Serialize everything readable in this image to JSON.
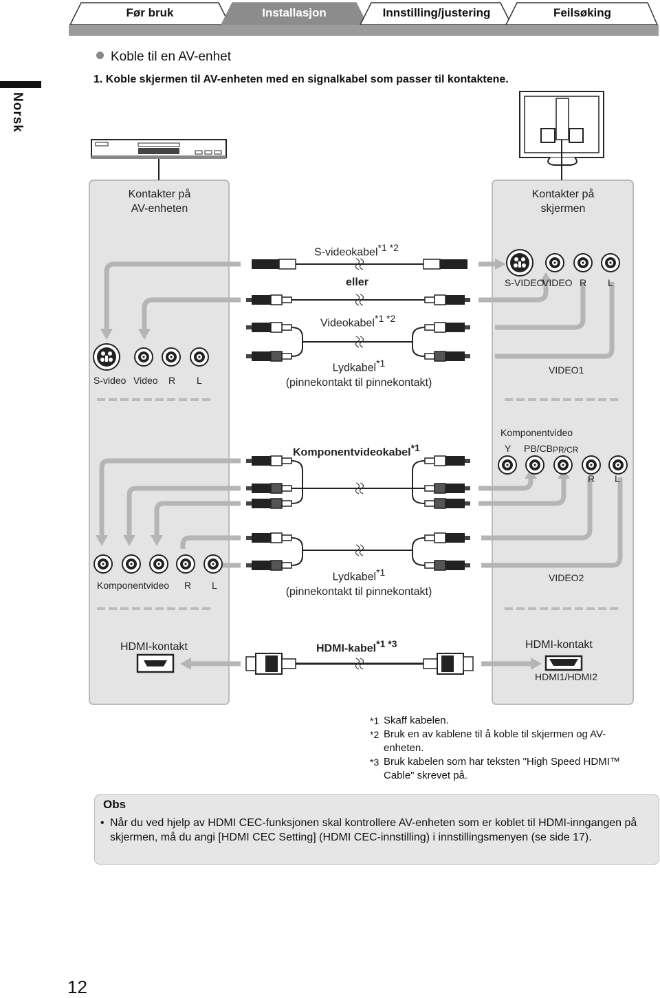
{
  "tabs": [
    {
      "label": "Før bruk",
      "active": false
    },
    {
      "label": "Installasjon",
      "active": true
    },
    {
      "label": "Innstilling/justering",
      "active": false
    },
    {
      "label": "Feilsøking",
      "active": false
    }
  ],
  "side_label": "Norsk",
  "heading": "Koble til en AV-enhet",
  "step": "1. Koble skjermen til AV-enheten med en signalkabel som passer til kontaktene.",
  "diagram": {
    "av_panel_title_line1": "Kontakter på",
    "av_panel_title_line2": "AV-enheten",
    "monitor_panel_title_line1": "Kontakter på",
    "monitor_panel_title_line2": "skjermen",
    "svideo_cable": "S-videokabel",
    "svideo_cable_marks": "*1 *2",
    "or": "eller",
    "video_cable": "Videokabel",
    "video_cable_marks": "*1 *2",
    "audio_cable_1": "Lydkabel",
    "audio_cable_1_marks": "*1",
    "audio_cable_1_sub": "(pinnekontakt til pinnekontakt)",
    "av_jacks_1": [
      "S-video",
      "Video",
      "R",
      "L"
    ],
    "monitor_jacks_1": [
      "S-VIDEO",
      "VIDEO",
      "R",
      "L"
    ],
    "monitor_group_1": "VIDEO1",
    "component_cable": "Komponentvideokabel",
    "component_cable_marks": "*1",
    "monitor_component_label": "Komponentvideo",
    "monitor_component_jacks": [
      "Y",
      "PB/CB",
      "PR/CR"
    ],
    "monitor_audio_jacks_2": [
      "R",
      "L"
    ],
    "av_component_label": "Komponentvideo",
    "av_audio_jacks_2": [
      "R",
      "L"
    ],
    "audio_cable_2": "Lydkabel",
    "audio_cable_2_marks": "*1",
    "audio_cable_2_sub": "(pinnekontakt til pinnekontakt)",
    "monitor_group_2": "VIDEO2",
    "av_hdmi": "HDMI-kontakt",
    "hdmi_cable": "HDMI-kabel",
    "hdmi_cable_marks": "*1 *3",
    "monitor_hdmi": "HDMI-kontakt",
    "monitor_hdmi_ports": "HDMI1/HDMI2"
  },
  "notes": [
    {
      "mark": "*1",
      "text": "Skaff kabelen."
    },
    {
      "mark": "*2",
      "text": "Bruk en av kablene til å koble til skjermen og AV-enheten."
    },
    {
      "mark": "*3",
      "text": "Bruk kabelen som har teksten \"High Speed HDMI™ Cable\" skrevet på."
    }
  ],
  "obs": {
    "title": "Obs",
    "bullet": "•",
    "text": "Når du ved hjelp av HDMI CEC-funksjonen skal kontrollere AV-enheten som er koblet til HDMI-inngangen på skjermen, må du angi [HDMI CEC Setting] (HDMI CEC-innstilling) i innstillingsmenyen (se side 17)."
  },
  "page_number": "12",
  "colors": {
    "panel": "#e4e4e4",
    "wire": "#b5b5b5",
    "tabbar": "#9b9b9b",
    "active_tab": "#8c8c8c"
  }
}
